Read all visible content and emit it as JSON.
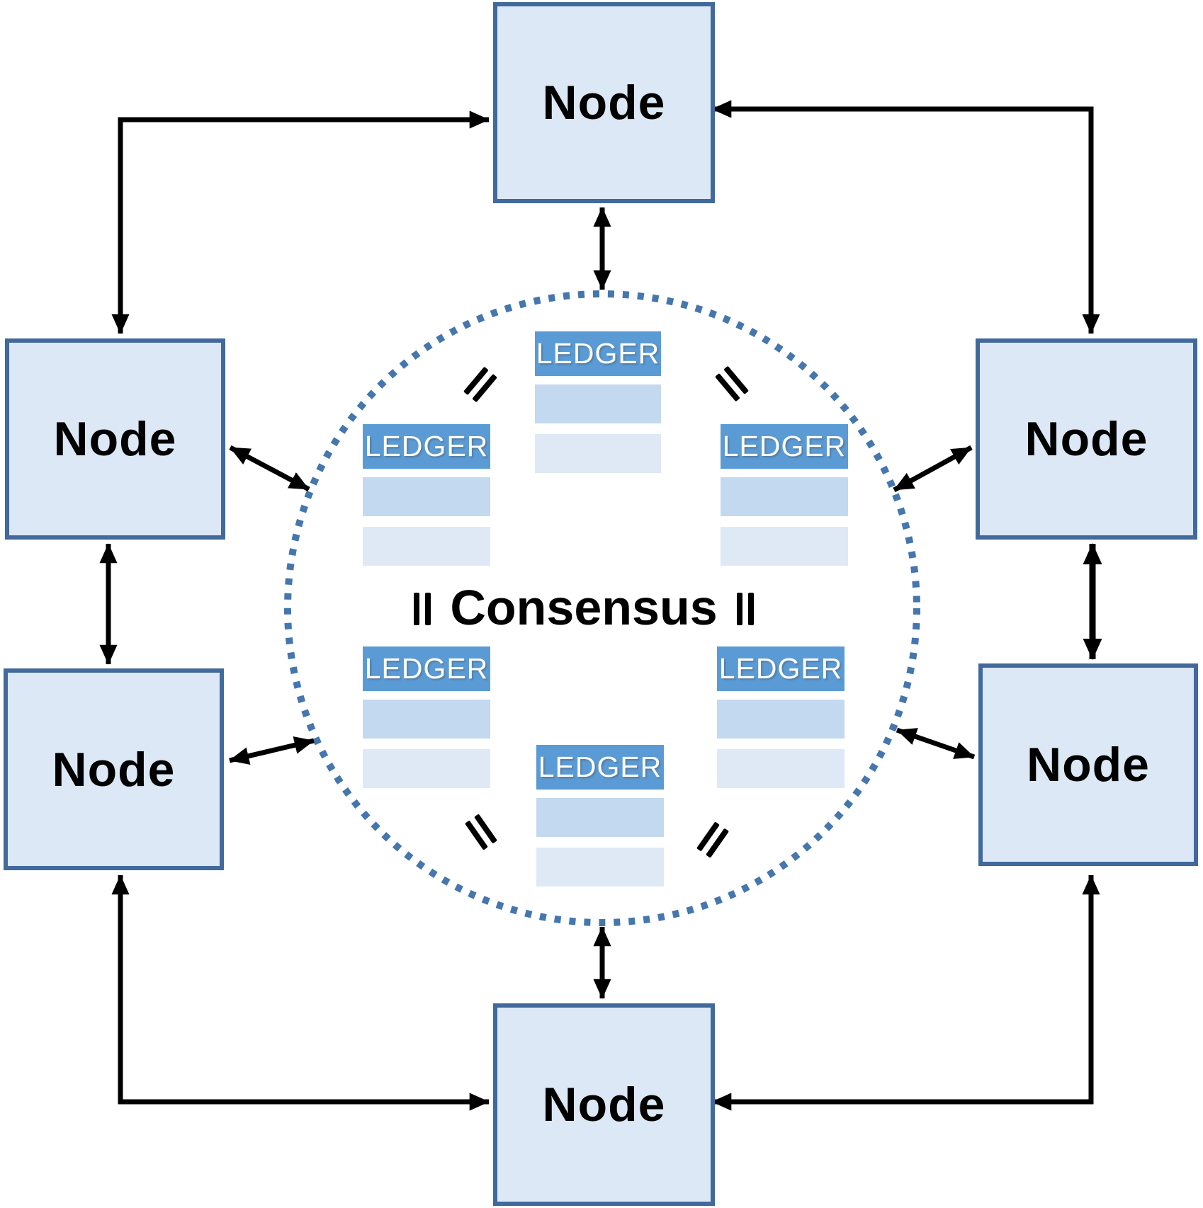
{
  "diagram": {
    "center_label": "Consensus",
    "nodes": [
      {
        "position": "top",
        "label": "Node"
      },
      {
        "position": "upper-left",
        "label": "Node"
      },
      {
        "position": "upper-right",
        "label": "Node"
      },
      {
        "position": "lower-left",
        "label": "Node"
      },
      {
        "position": "lower-right",
        "label": "Node"
      },
      {
        "position": "bottom",
        "label": "Node"
      }
    ],
    "ledgers": [
      {
        "position": "top-center",
        "label": "LEDGER"
      },
      {
        "position": "upper-left",
        "label": "LEDGER"
      },
      {
        "position": "upper-right",
        "label": "LEDGER"
      },
      {
        "position": "lower-left",
        "label": "LEDGER"
      },
      {
        "position": "lower-right",
        "label": "LEDGER"
      },
      {
        "position": "bottom-center",
        "label": "LEDGER"
      }
    ],
    "colors": {
      "node_fill": "#dce8f5",
      "node_border": "#41699c",
      "ledger_header": "#5b9bd5",
      "ledger_row1": "#c3d9ef",
      "ledger_row2": "#dfe9f5",
      "circle_dot": "#4576ad",
      "arrow": "#000000",
      "text": "#000000",
      "ledger_text": "#ffffff"
    }
  }
}
